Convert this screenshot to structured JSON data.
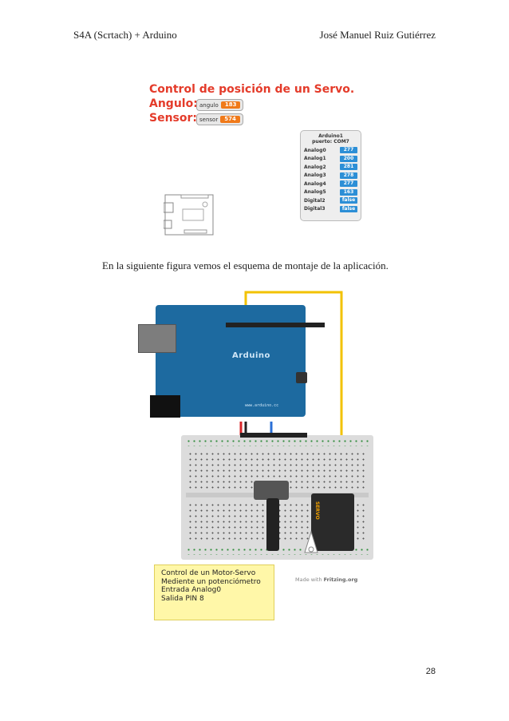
{
  "header": {
    "left": "S4A (Scrtach) + Arduino",
    "right": "José Manuel Ruiz Gutiérrez"
  },
  "scratch_stage": {
    "title": "Control de posición de un Servo.",
    "angle_label": "Angulo:",
    "angle_var": "angulo",
    "angle_value": "183",
    "sensor_label": "Sensor:",
    "sensor_var": "sensor",
    "sensor_value": "574",
    "board_panel": {
      "title_line1": "Arduino1",
      "title_line2": "puerto: COM7",
      "rows": [
        {
          "name": "Analog0",
          "value": "277"
        },
        {
          "name": "Analog1",
          "value": "200"
        },
        {
          "name": "Analog2",
          "value": "281"
        },
        {
          "name": "Analog3",
          "value": "278"
        },
        {
          "name": "Analog4",
          "value": "277"
        },
        {
          "name": "Analog5",
          "value": "163"
        },
        {
          "name": "Digital2",
          "value": "false"
        },
        {
          "name": "Digital3",
          "value": "false"
        }
      ]
    },
    "colors": {
      "title": "#e43b2a",
      "watcher_value": "#f07a1a",
      "panel_value": "#2d8fd6"
    }
  },
  "caption": "En la siguiente figura vemos el esquema de montaje de la aplicación.",
  "diagram": {
    "board_name": "Arduino",
    "board_url": "www.arduino.cc",
    "servo_label": "SERVO",
    "note_lines": [
      "Control de un Motor-Servo",
      "Mediente un potenciómetro",
      "Entrada Analog0",
      "Salida PIN 8"
    ],
    "made_with": "Made with",
    "fritzing": "Fritzing.org",
    "colors": {
      "board": "#1d6aa0",
      "note": "#fff7a8",
      "wire_yellow": "#f2c200",
      "wire_red": "#d8262a",
      "wire_blue": "#2a6fd6"
    }
  },
  "page_number": "28"
}
